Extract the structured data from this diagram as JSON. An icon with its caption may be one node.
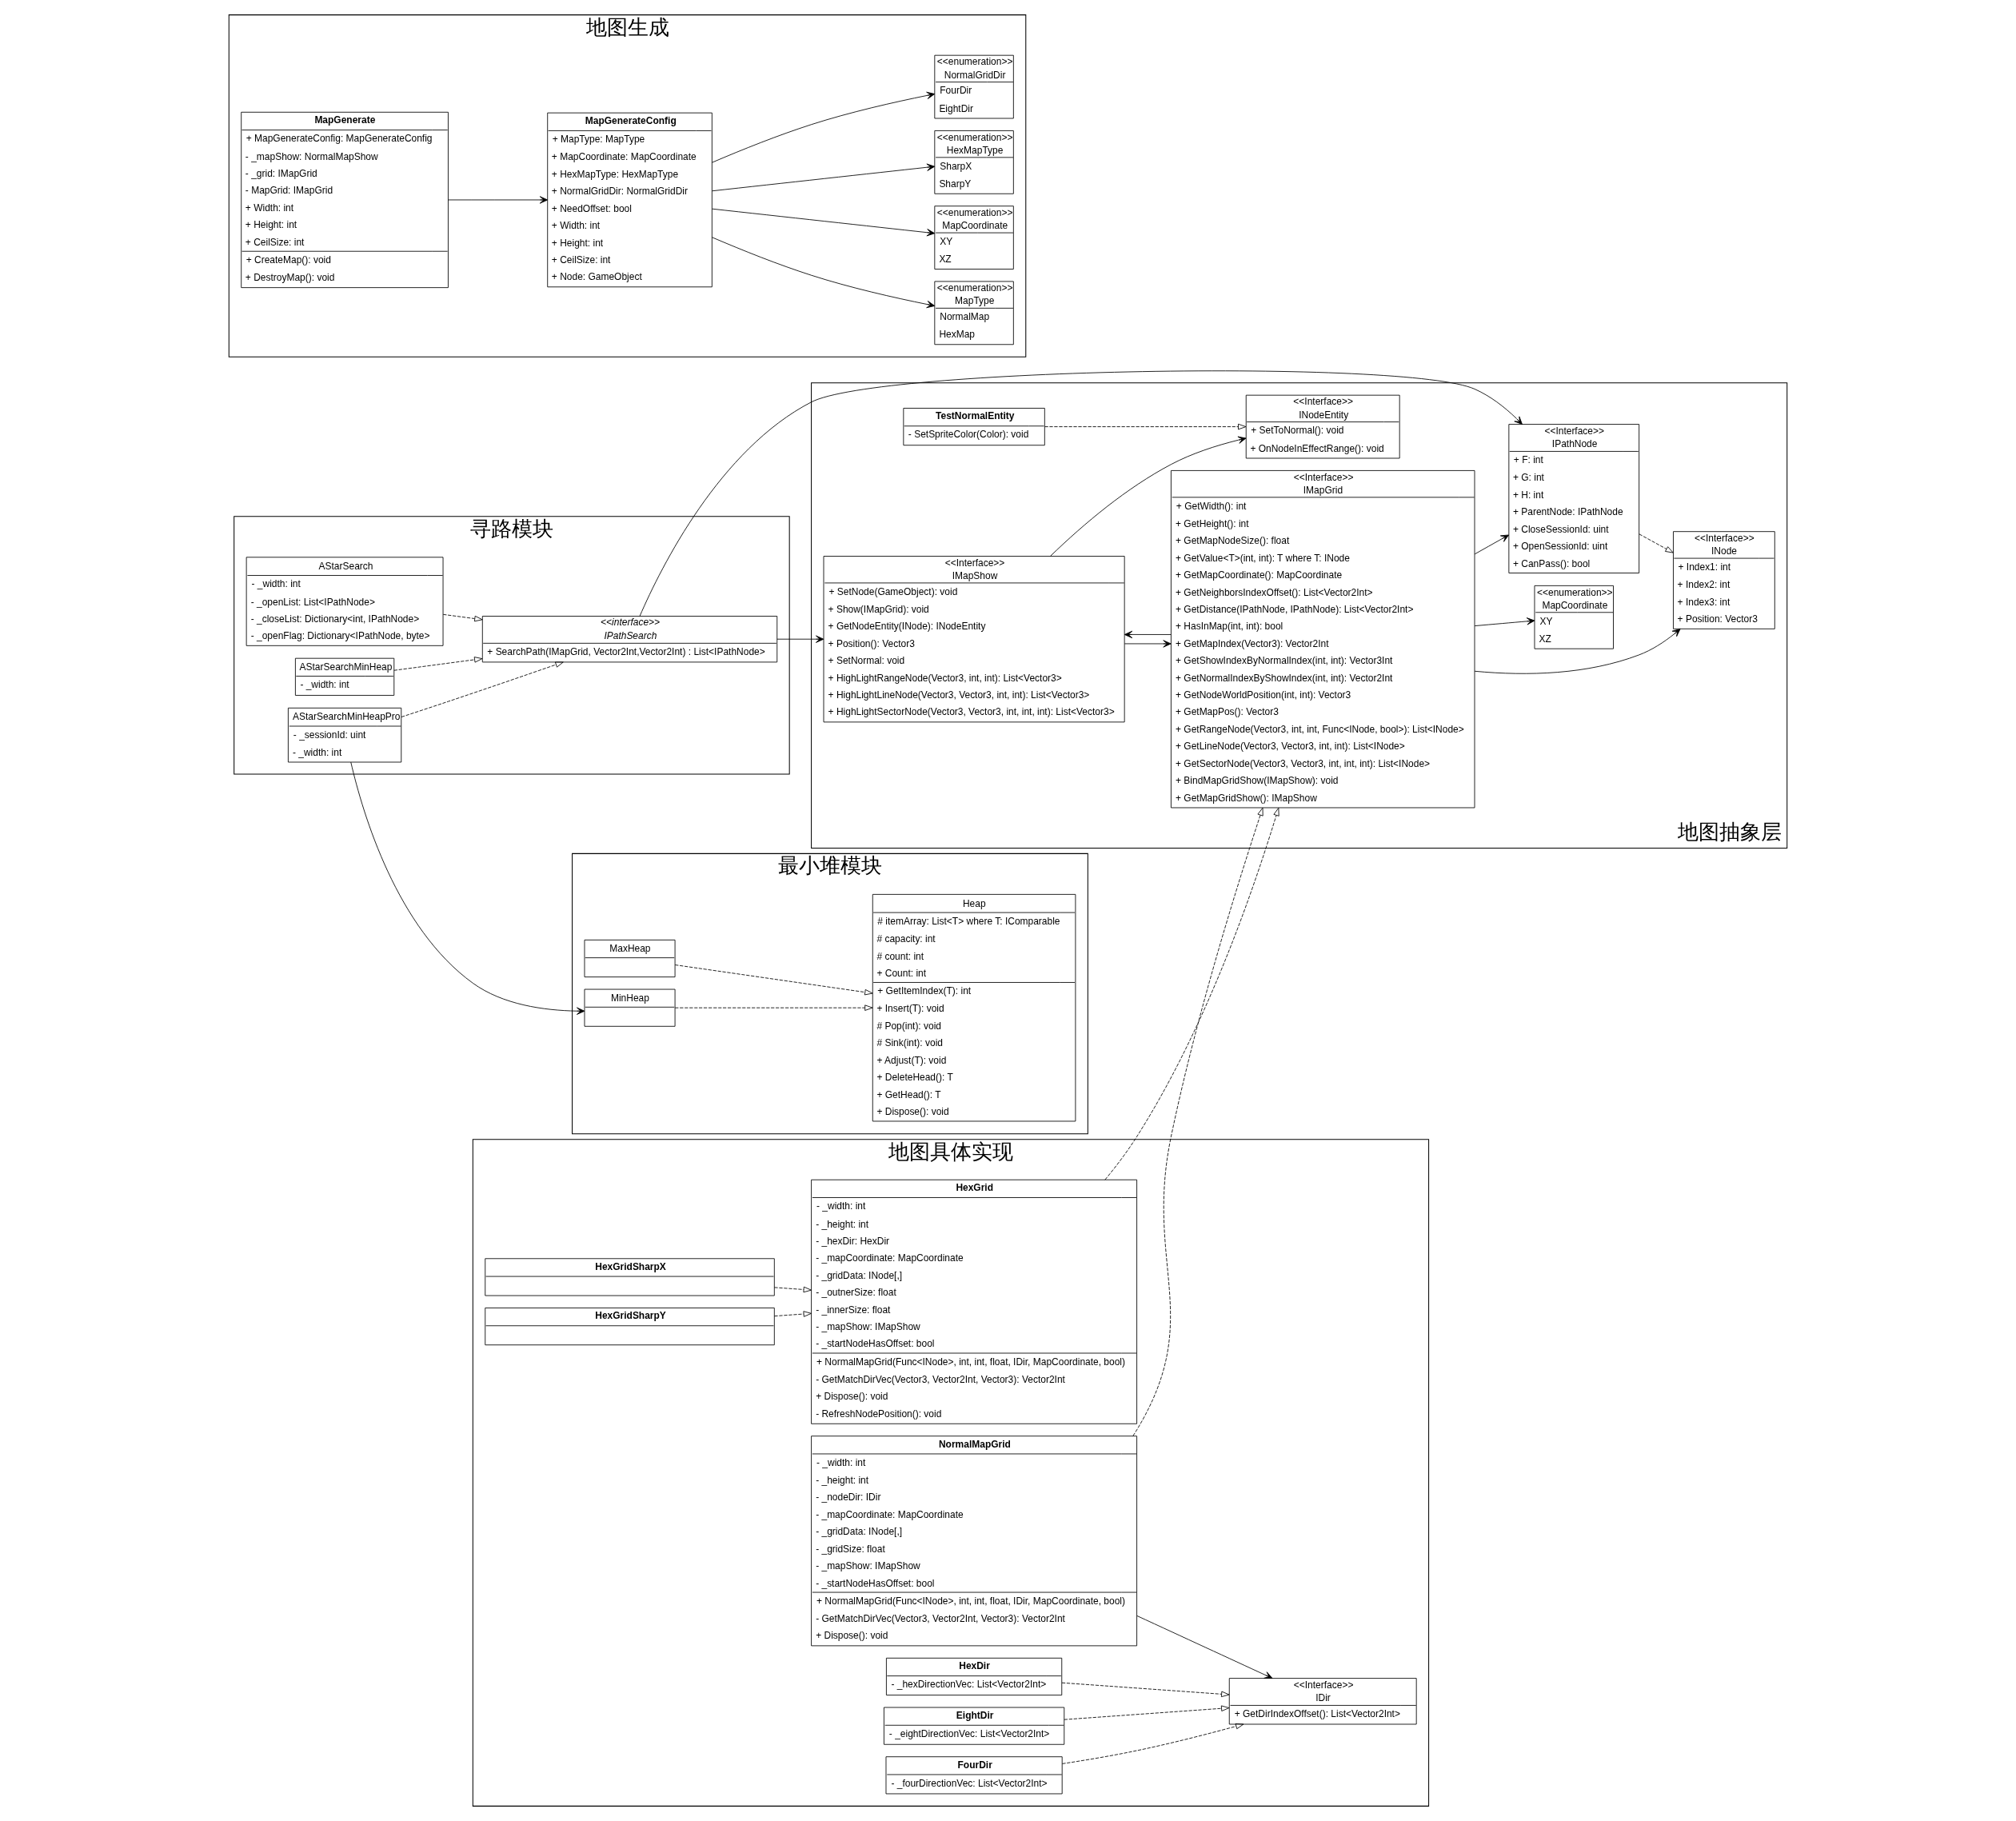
{
  "diagram": {
    "nodes": [
      {
        "text": [
          "寻路模块"
        ]
      },
      {
        "text": [
          "AStarSearch",
          "- _width: int",
          "- _openList: List<IPathNode>",
          "- _closeList: Dictionary<int, IPathNode>",
          "- _openFlag: Dictionary<IPathNode, byte>"
        ],
        "in": 0
      },
      {
        "text": [
          "AStarSearchMinHeap",
          "- _width: int"
        ],
        "in": 0
      },
      {
        "text": [
          "<<interface>>",
          "IPathSearch",
          "+ SearchPath(IMapGrid, Vector2Int,Vector2Int) : List<IPathNode>"
        ],
        "in": 0
      },
      {
        "text": [
          "AStarSearchMinHeapPro",
          "- _sessionId: uint",
          "- _width: int"
        ],
        "in": 0
      },
      {
        "text": [
          "最小堆模块"
        ]
      },
      {
        "text": [
          "MaxHeap"
        ],
        "in": 5
      },
      {
        "text": [
          "Heap",
          "# itemArray: List<T> where T: IComparable",
          "# capacity: int",
          "# count: int",
          "+ Count: int",
          "+ GetItemIndex(T): int",
          "+ Insert(T): void",
          "# Pop(int): void",
          "# Sink(int): void",
          "+ Adjust(T): void",
          "+ DeleteHead(): T",
          "+ GetHead(): T",
          "+ Dispose(): void"
        ],
        "in": 5
      },
      {
        "text": [
          "MinHeap"
        ],
        "in": 5
      },
      {
        "text": [
          "地图抽象层"
        ]
      },
      {
        "text": [
          "TestNormalEntity",
          "- SetSpriteColor(Color): void"
        ],
        "in": 9
      },
      {
        "text": [
          "<<Interface>>",
          "INodeEntity",
          "+ SetToNormal(): void",
          "+ OnNodeInEffectRange(): void"
        ],
        "in": 9
      },
      {
        "text": [
          "<<Interface>>",
          "IMapShow",
          "+ SetNode(GameObject): void",
          "+ Show(IMapGrid): void",
          "+ GetNodeEntity(INode): INodeEntity",
          "+ Position(): Vector3",
          "+ SetNormal: void",
          "+ HighLightRangeNode(Vector3, int, int): List<Vector3>",
          "+ HighLightLineNode(Vector3, Vector3, int, int): List<Vector3>",
          "+ HighLightSectorNode(Vector3, Vector3, int, int, int): List<Vector3>"
        ],
        "in": 9
      },
      {
        "text": [
          "<<Interface>>",
          "IMapGrid",
          "+ GetWidth(): int",
          "+ GetHeight(): int",
          "+ GetMapNodeSize(): float",
          "+ GetValue<T>(int, int): T where T: INode",
          "+ GetMapCoordinate(): MapCoordinate",
          "+ GetNeighborsIndexOffset(): List<Vector2Int>",
          "+ GetDistance(IPathNode, IPathNode): List<Vector2Int>",
          "+ HasInMap(int, int): bool",
          "+ GetMapIndex(Vector3): Vector2Int",
          "+ GetShowIndexByNormalIndex(int, int): Vector3Int",
          "+ GetNormalIndexByShowIndex(int, int): Vector2Int",
          "+ GetNodeWorldPosition(int, int): Vector3",
          "+ GetMapPos(): Vector3",
          "+ GetRangeNode(Vector3, int, int, Func<INode, bool>): List<INode>",
          "+ GetLineNode(Vector3, Vector3, int, int): List<INode>",
          "+ GetSectorNode(Vector3, Vector3, int, int, int): List<INode>",
          "+ BindMapGridShow(IMapShow): void",
          "+ GetMapGridShow(): IMapShow"
        ],
        "in": 9
      },
      {
        "text": [
          "<<Interface>>",
          "INode",
          "+ Index1: int",
          "+ Index2: int",
          "+ Index3: int",
          "+ Position: Vector3"
        ],
        "in": 9
      },
      {
        "text": [
          "<<Interface>>",
          "IPathNode",
          "+ F: int",
          "+ G: int",
          "+ H: int",
          "+ ParentNode: IPathNode",
          "+ CloseSessionId: uint",
          "+ OpenSessionId: uint",
          "+ CanPass(): bool"
        ],
        "in": 9
      },
      {
        "text": [
          "<<enumeration>>",
          "MapCoordinate",
          "XY",
          "XZ"
        ],
        "in": 9
      },
      {
        "text": [
          "地图具体实现"
        ]
      },
      {
        "text": [
          "HexDir",
          "- _hexDirectionVec: List<Vector2Int>"
        ],
        "in": 17
      },
      {
        "text": [
          "EightDir",
          "- _eightDirectionVec: List<Vector2Int>"
        ],
        "in": 17
      },
      {
        "text": [
          "FourDir",
          "- _fourDirectionVec: List<Vector2Int>"
        ],
        "in": 17
      },
      {
        "text": [
          "<<Interface>>",
          "IDir",
          "+ GetDirIndexOffset(): List<Vector2Int>"
        ],
        "in": 17
      },
      {
        "text": [
          "NormalMapGrid",
          "- _width: int",
          "- _height: int",
          "- _nodeDir: IDir",
          "- _mapCoordinate: MapCoordinate",
          "- _gridData: INode[,]",
          "- _gridSize: float",
          "- _mapShow: IMapShow",
          "- _startNodeHasOffset: bool",
          "+ NormalMapGrid(Func<INode>, int, int, float, IDir, MapCoordinate, bool)",
          "- GetMatchDirVec(Vector3, Vector2Int, Vector3): Vector2Int",
          "+ Dispose(): void"
        ],
        "in": 17
      },
      {
        "text": [
          "HexGrid",
          "- _width: int",
          "- _height: int",
          "- _hexDir: HexDir",
          "- _mapCoordinate: MapCoordinate",
          "- _gridData: INode[,]",
          "- _outnerSize: float",
          "- _innerSize: float",
          "- _mapShow: IMapShow",
          "- _startNodeHasOffset: bool",
          "+ NormalMapGrid(Func<INode>, int, int, float, IDir, MapCoordinate, bool)",
          "- GetMatchDirVec(Vector3, Vector2Int, Vector3): Vector2Int",
          "+ Dispose(): void",
          "- RefreshNodePosition(): void"
        ],
        "in": 17
      },
      {
        "text": [
          "HexGridSharpX"
        ],
        "in": 17
      },
      {
        "text": [
          "HexGridSharpY"
        ],
        "in": 17
      },
      {
        "text": [
          "地图生成"
        ]
      },
      {
        "text": [
          "MapGenerate",
          "+ MapGenerateConfig: MapGenerateConfig",
          "- _mapShow: NormalMapShow",
          "- _grid: IMapGrid",
          "- MapGrid: IMapGrid",
          "+ Width: int",
          "+ Height: int",
          "+ CeilSize: int",
          "+ CreateMap(): void",
          "+ DestroyMap(): void"
        ],
        "in": 26
      },
      {
        "text": [
          "MapGenerateConfig",
          "+ MapType: MapType",
          "+ MapCoordinate: MapCoordinate",
          "+ HexMapType: HexMapType",
          "+ NormalGridDir: NormalGridDir",
          "+ NeedOffset: bool",
          "+ Width: int",
          "+ Height: int",
          "+ CeilSize: int",
          "+ Node: GameObject"
        ],
        "in": 26
      },
      {
        "text": [
          "<<enumeration>>",
          "MapType",
          "NormalMap",
          "HexMap"
        ],
        "in": 26
      },
      {
        "text": [
          "<<enumeration>>",
          "MapCoordinate",
          "XY",
          "XZ"
        ],
        "in": 26
      },
      {
        "text": [
          "<<enumeration>>",
          "HexMapType",
          "SharpX",
          "SharpY"
        ],
        "in": 26
      },
      {
        "text": [
          "<<enumeration>>",
          "NormalGridDir",
          "FourDir",
          "EightDir"
        ],
        "in": 26
      }
    ],
    "edges": [
      {
        "from": 1,
        "to": 3,
        "arrow": "to",
        "style": "dashed"
      },
      {
        "from": 2,
        "to": 3,
        "arrow": "to",
        "style": "dashed"
      },
      {
        "from": 4,
        "to": 3,
        "arrow": "to",
        "style": "dashed"
      },
      {
        "from": 4,
        "to": 8,
        "arrow": "to"
      },
      {
        "from": 6,
        "to": 7,
        "arrow": "to",
        "style": "dashed"
      },
      {
        "from": 8,
        "to": 7,
        "arrow": "to",
        "style": "dashed"
      },
      {
        "from": 3,
        "to": 12,
        "arrow": "to"
      },
      {
        "from": 3,
        "to": 15,
        "arrow": "to"
      },
      {
        "from": 10,
        "to": 11,
        "arrow": "to",
        "style": "dashed"
      },
      {
        "from": 12,
        "to": 11,
        "arrow": "to"
      },
      {
        "from": 12,
        "to": 13,
        "arrow": "to"
      },
      {
        "from": 13,
        "to": 12,
        "arrow": "to"
      },
      {
        "from": 13,
        "to": 14,
        "arrow": "to"
      },
      {
        "from": 13,
        "to": 16,
        "arrow": "to"
      },
      {
        "from": 13,
        "to": 15,
        "arrow": "to"
      },
      {
        "from": 15,
        "to": 14,
        "arrow": "to",
        "style": "dashed"
      },
      {
        "from": 18,
        "to": 21,
        "arrow": "to",
        "style": "dashed"
      },
      {
        "from": 19,
        "to": 21,
        "arrow": "to",
        "style": "dashed"
      },
      {
        "from": 20,
        "to": 21,
        "arrow": "to",
        "style": "dashed"
      },
      {
        "from": 22,
        "to": 21,
        "arrow": "to"
      },
      {
        "from": 22,
        "to": 13,
        "arrow": "to",
        "style": "dashed"
      },
      {
        "from": 23,
        "to": 13,
        "arrow": "to",
        "style": "dashed"
      },
      {
        "from": 24,
        "to": 23,
        "arrow": "to",
        "style": "dashed"
      },
      {
        "from": 25,
        "to": 23,
        "arrow": "to",
        "style": "dashed"
      },
      {
        "from": 27,
        "to": 28,
        "arrow": "to"
      },
      {
        "from": 28,
        "to": 29,
        "arrow": "to"
      },
      {
        "from": 28,
        "to": 30,
        "arrow": "to"
      },
      {
        "from": 28,
        "to": 31,
        "arrow": "to"
      },
      {
        "from": 28,
        "to": 32,
        "arrow": "to"
      }
    ]
  }
}
